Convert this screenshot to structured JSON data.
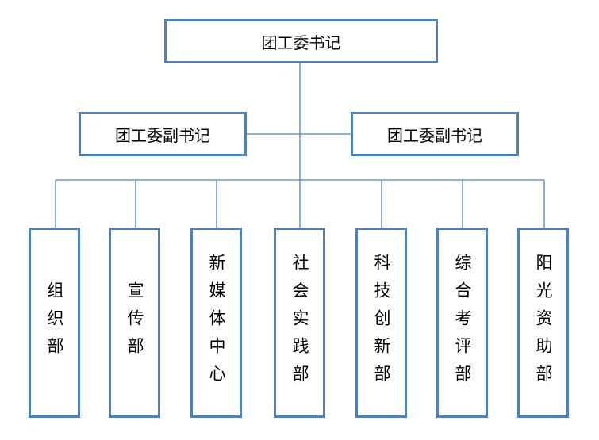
{
  "top": {
    "label": "团工委书记"
  },
  "deputies": [
    {
      "label": "团工委副书记"
    },
    {
      "label": "团工委副书记"
    }
  ],
  "departments": [
    {
      "label": "组织部"
    },
    {
      "label": "宣传部"
    },
    {
      "label": "新媒体中心"
    },
    {
      "label": "社会实践部"
    },
    {
      "label": "科技创新部"
    },
    {
      "label": "综合考评部"
    },
    {
      "label": "阳光资助部"
    }
  ],
  "colors": {
    "border": "#4f81bd",
    "connector": "#4f81bd"
  }
}
